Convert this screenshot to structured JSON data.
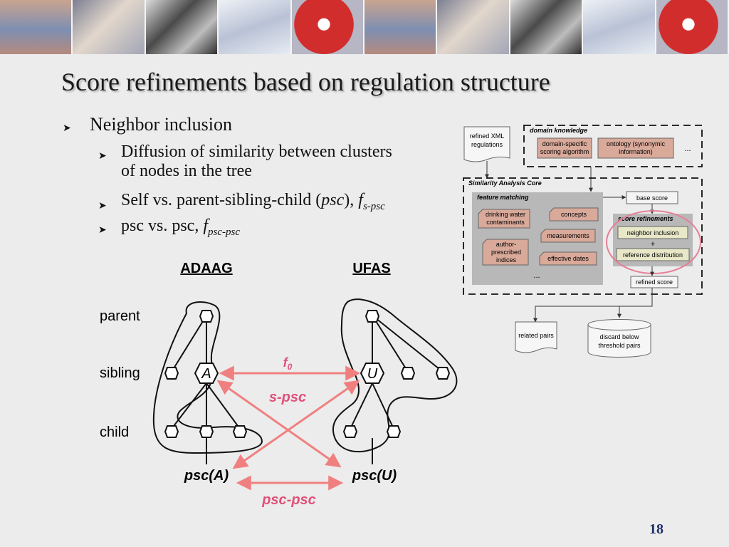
{
  "slide": {
    "title": "Score refinements based on regulation structure",
    "number": "18"
  },
  "bullets": {
    "level1": "Neighbor inclusion",
    "b1_line1": "Diffusion of similarity between clusters",
    "b1_line2": "of nodes in the tree",
    "b2_prefix": "Self vs. parent-sibling-child (",
    "b2_psc": "psc",
    "b2_mid": "), ",
    "b2_f": "f",
    "b2_sub": "s-psc",
    "b3_prefix": "psc vs. psc, ",
    "b3_f": "f",
    "b3_sub": "psc-psc"
  },
  "tree_diagram": {
    "left_title": "ADAAG",
    "right_title": "UFAS",
    "row_parent": "parent",
    "row_sibling": "sibling",
    "row_child": "child",
    "node_a": "A",
    "node_u": "U",
    "psc_a": "psc(A)",
    "psc_u": "psc(U)",
    "edge_f0": "f",
    "edge_f0_sub": "0",
    "edge_spsc": "s-psc",
    "edge_pscpsc": "psc-psc",
    "arrow_color": "#f08080",
    "label_color": "#e0507a"
  },
  "flowchart": {
    "refined_xml_l1": "refined XML",
    "refined_xml_l2": "regulations",
    "domain_knowledge": "domain knowledge",
    "dk_box1_l1": "domain-specific",
    "dk_box1_l2": "scoring algorithm",
    "dk_box2_l1": "ontology (synonymic",
    "dk_box2_l2": "information)",
    "dk_ellipsis": "...",
    "core_title": "Similarity Analysis Core",
    "feature_matching": "feature matching",
    "fm_drinking_l1": "drinking water",
    "fm_drinking_l2": "contaminants",
    "fm_concepts": "concepts",
    "fm_measurements": "measurements",
    "fm_author_l1": "author-",
    "fm_author_l2": "prescribed",
    "fm_author_l3": "indices",
    "fm_dates": "effective dates",
    "fm_ellipsis": "...",
    "base_score": "base score",
    "score_refinements": "score refinements",
    "neighbor_inclusion": "neighbor inclusion",
    "plus": "+",
    "reference_distribution": "reference distribution",
    "refined_score": "refined score",
    "related_pairs": "related pairs",
    "discard_l1": "discard below",
    "discard_l2": "threshold pairs",
    "box_fill": "#d9a99a",
    "highlight_color": "#e77f97"
  }
}
